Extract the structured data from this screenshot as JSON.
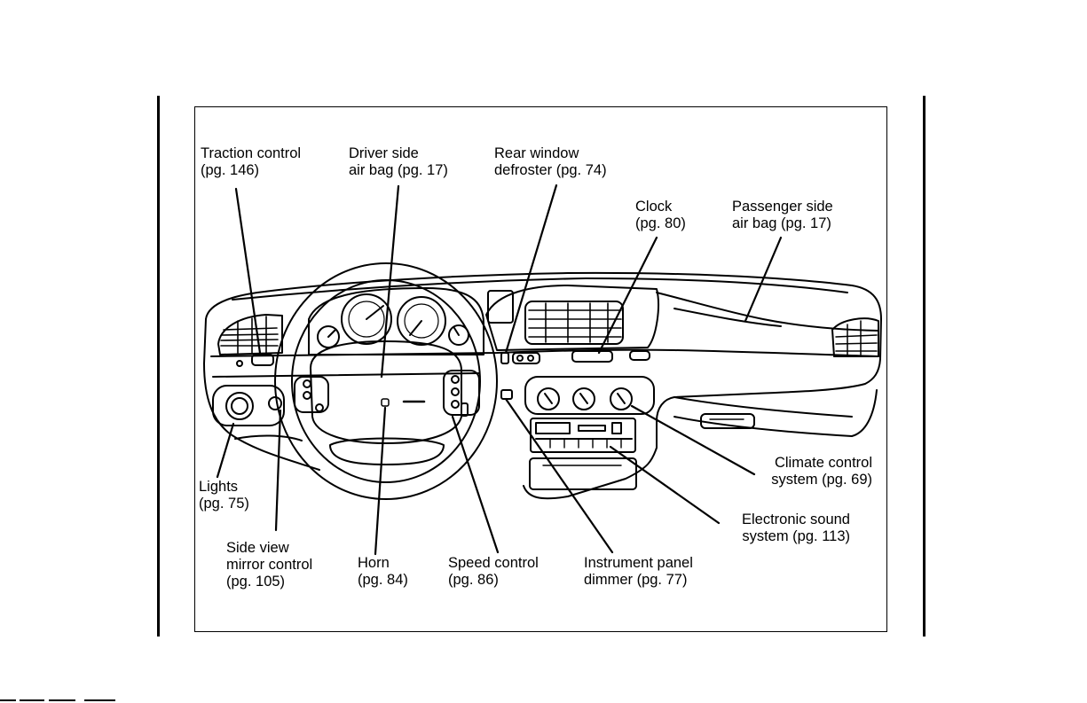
{
  "diagram": {
    "callouts": [
      {
        "id": "traction-control",
        "line1": "Traction control",
        "line2": "(pg. 146)"
      },
      {
        "id": "driver-airbag",
        "line1": "Driver side",
        "line2": "air bag (pg. 17)"
      },
      {
        "id": "rear-defroster",
        "line1": "Rear window",
        "line2": "defroster (pg. 74)"
      },
      {
        "id": "clock",
        "line1": "Clock",
        "line2": "(pg. 80)"
      },
      {
        "id": "passenger-airbag",
        "line1": "Passenger side",
        "line2": "air bag (pg. 17)"
      },
      {
        "id": "lights",
        "line1": "Lights",
        "line2": "(pg. 75)"
      },
      {
        "id": "side-mirror",
        "line1": "Side view",
        "line2": "mirror control",
        "line3": "(pg. 105)"
      },
      {
        "id": "horn",
        "line1": "Horn",
        "line2": "(pg. 84)"
      },
      {
        "id": "speed-control",
        "line1": "Speed control",
        "line2": "(pg. 86)"
      },
      {
        "id": "panel-dimmer",
        "line1": "Instrument panel",
        "line2": "dimmer (pg. 77)"
      },
      {
        "id": "climate-control",
        "line1": "Climate control",
        "line2": "system (pg. 69)"
      },
      {
        "id": "sound-system",
        "line1": "Electronic sound",
        "line2": "system (pg. 113)"
      }
    ]
  }
}
